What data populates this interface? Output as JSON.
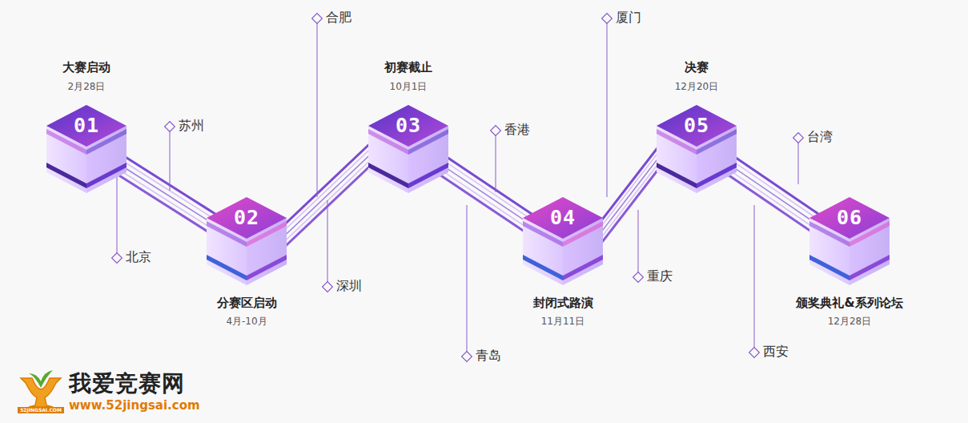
{
  "diagram": {
    "nodes": [
      {
        "text": [
          "01",
          "大赛启动",
          "2月28日"
        ]
      },
      {
        "text": [
          "02",
          "分赛区启动",
          "4月-10月"
        ]
      },
      {
        "text": [
          "03",
          "初赛截止",
          "10月1日"
        ]
      },
      {
        "text": [
          "04",
          "封闭式路演",
          "11月11日"
        ]
      },
      {
        "text": [
          "05",
          "决赛",
          "12月20日"
        ]
      },
      {
        "text": [
          "06",
          "颁奖典礼&系列论坛",
          "12月28日"
        ]
      }
    ],
    "edges": [
      {
        "from": 0,
        "to": 1,
        "arrow": "none"
      },
      {
        "from": 1,
        "to": 2,
        "arrow": "none"
      },
      {
        "from": 2,
        "to": 3,
        "arrow": "none"
      },
      {
        "from": 3,
        "to": 4,
        "arrow": "none"
      },
      {
        "from": 4,
        "to": 5,
        "arrow": "none"
      }
    ],
    "labels": [
      "苏州",
      "北京",
      "合肥",
      "深圳",
      "香港",
      "青岛",
      "厦门",
      "重庆",
      "台湾",
      "西安",
      "我爱竞赛网",
      "www.52jingsai.com",
      "52JINGSAI.COM"
    ]
  }
}
